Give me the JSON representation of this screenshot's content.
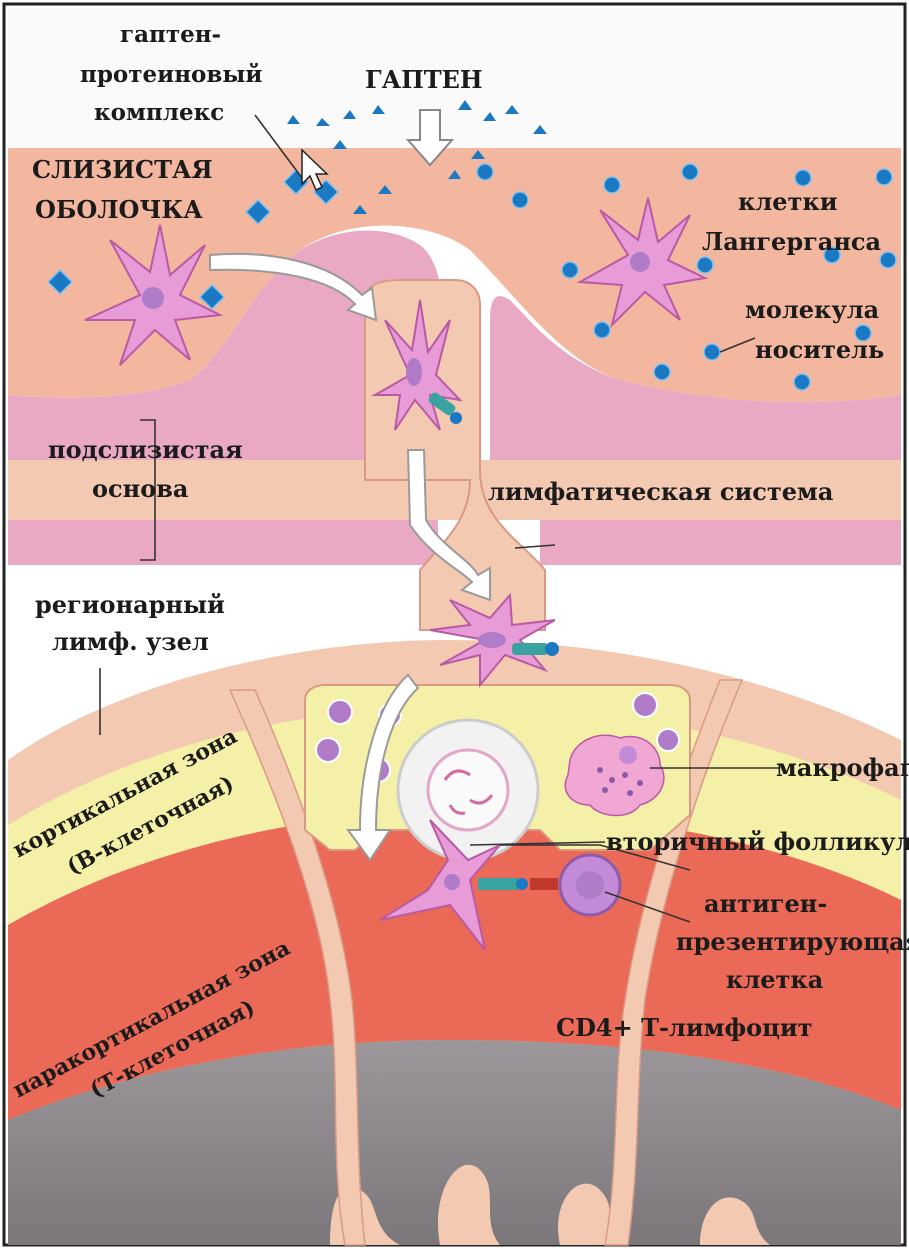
{
  "diagram": {
    "labels": {
      "hapten_complex_1": "гаптен-",
      "hapten_complex_2": "протеиновый",
      "hapten_complex_3": "комплекс",
      "hapten": "ГАПТЕН",
      "mucosa_1": "СЛИЗИСТАЯ",
      "mucosa_2": "ОБОЛОЧКА",
      "langerhans_1": "клетки",
      "langerhans_2": "Лангерганса",
      "carrier_1": "молекула",
      "carrier_2": "носитель",
      "submucosa_1": "подслизистая",
      "submucosa_2": "основа",
      "lymph_system": "лимфатическая система",
      "regional_node_1": "регионарный",
      "regional_node_2": "лимф. узел",
      "cortical_zone_1": "кортикальная зона",
      "cortical_zone_2": "(В-клеточная)",
      "paracortical_zone_1": "паракортикальная зона",
      "paracortical_zone_2": "(Т-клеточная)",
      "macrophage": "макрофаг",
      "secondary_follicle": "вторичный фолликул",
      "apc_1": "антиген-",
      "apc_2": "презентирующая",
      "apc_3": "клетка",
      "cd4": "CD4+ Т-лимфоцит"
    },
    "colors": {
      "mucosa": "#f3b7a0",
      "submucosa": "#e9a9c4",
      "lymph_vessel": "#f3c9b1",
      "cortical_zone": "#f4f0a8",
      "paracortical_zone": "#ea6a57",
      "medulla": "#8f8b8e",
      "cell": "#d96fc8",
      "hapten": "#1b78c2"
    }
  }
}
